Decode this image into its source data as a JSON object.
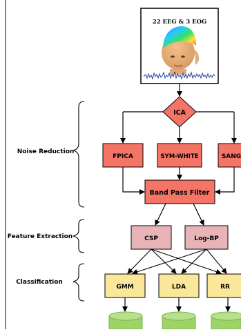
{
  "header": {
    "title": "22 EEG  &  3 EOG"
  },
  "diamond": {
    "label": "ICA"
  },
  "boxes": {
    "fpica": "FPICA",
    "symwhite": "SYM-WHITE",
    "sang": "SANG",
    "bandpass": "Band Pass Filter",
    "csp": "CSP",
    "logbp": "Log-BP",
    "gmm": "GMM",
    "lda": "LDA",
    "rr": "RR"
  },
  "stages": {
    "noise": "Noise Reduction",
    "feature": "Feature Extraction",
    "classification": "Classification"
  },
  "colors": {
    "red": "#f47466",
    "pink": "#e8b4b8",
    "yellow": "#fbe79a",
    "green": "#9ed36a"
  },
  "icons": {
    "head": "eeg-head-icon",
    "signal": "eeg-signal-icon",
    "db": "database-icon"
  }
}
